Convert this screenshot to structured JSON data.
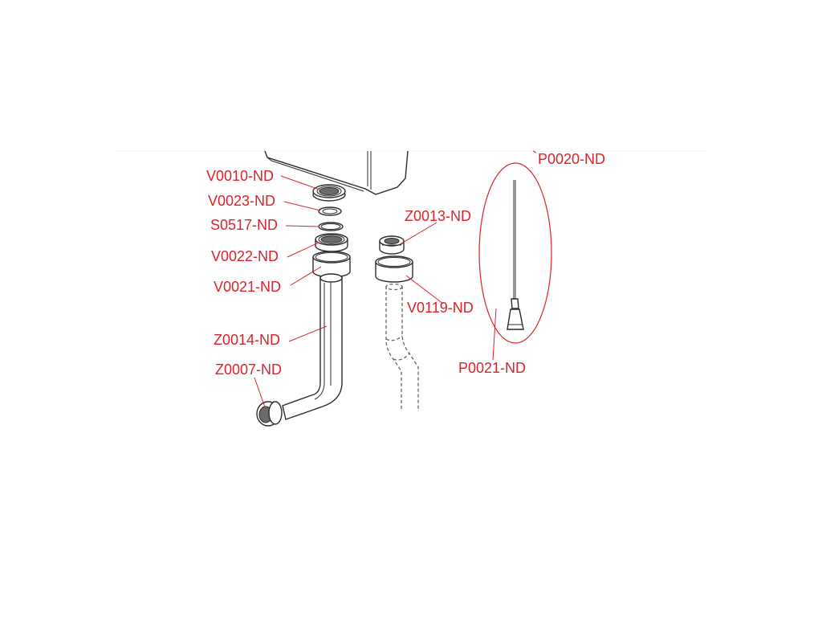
{
  "colors": {
    "label": "#d8232a",
    "line": "#2a2a2a"
  },
  "labels": {
    "v0010": "V0010-ND",
    "v0023": "V0023-ND",
    "s0517": "S0517-ND",
    "v0022": "V0022-ND",
    "v0021": "V0021-ND",
    "z0014": "Z0014-ND",
    "z0007": "Z0007-ND",
    "z0013": "Z0013-ND",
    "v0119": "V0119-ND",
    "p0020": "P0020-ND",
    "p0021": "P0021-ND"
  }
}
